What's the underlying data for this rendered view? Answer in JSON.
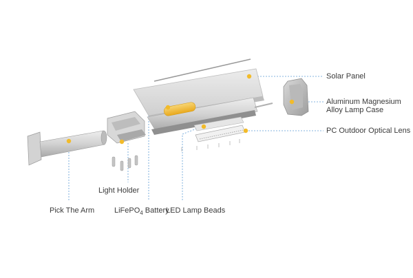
{
  "labels": {
    "solar_panel": "Solar Panel",
    "lamp_case_line1": "Aluminum Magnesium",
    "lamp_case_line2": "Alloy Lamp Case",
    "optical_lens": "PC Outdoor Optical Lens",
    "light_holder": "Light Holder",
    "arm": "Pick The Arm",
    "battery_prefix": "LiFePO",
    "battery_sub": "4",
    "battery_suffix": " Battery",
    "led_beads": "LED Lamp Beads"
  },
  "colors": {
    "callout_dot": "#f2bb2a",
    "leader_line": "#5b9bd5",
    "text": "#3a3a3a",
    "metal_light": "#e4e4e4",
    "metal_mid": "#c9c9c9",
    "metal_dark": "#9a9a9a",
    "battery": "#f3c247"
  }
}
